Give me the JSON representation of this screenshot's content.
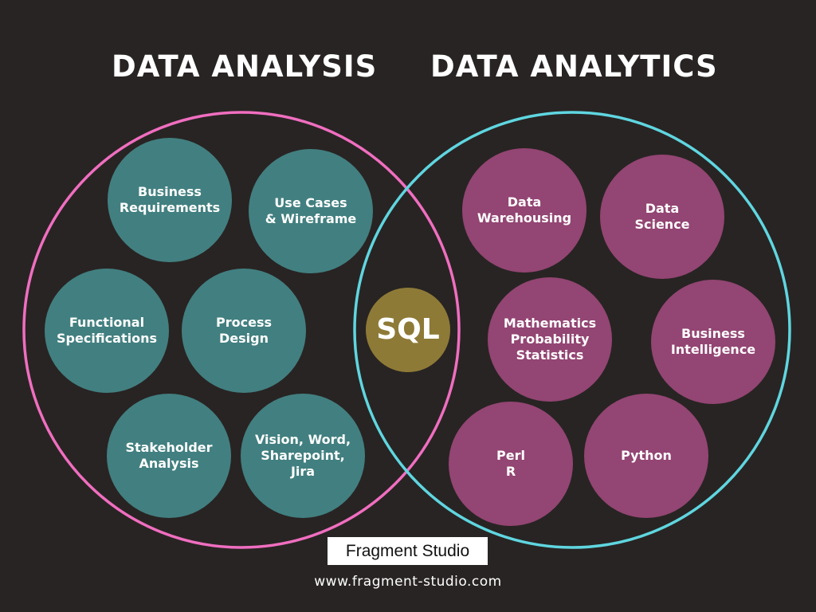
{
  "titles": {
    "left": "DATA ANALYSIS",
    "right": "DATA ANALYTICS"
  },
  "colors": {
    "background": "#282423",
    "left_ring": "#f06ec0",
    "right_ring": "#5fd6e0",
    "teal_bubble": "#427f80",
    "plum_bubble": "#934573",
    "sql_bubble": "#8e7a37"
  },
  "analysis_items": [
    "Business\nRequirements",
    "Use Cases\n& Wireframe",
    "Functional\nSpecifications",
    "Process\nDesign",
    "Stakeholder\nAnalysis",
    "Vision, Word,\nSharepoint,\nJira"
  ],
  "shared_item": "SQL",
  "analytics_items": [
    "Data\nWarehousing",
    "Data\nScience",
    "Mathematics\nProbability\nStatistics",
    "Business\nIntelligence",
    "Perl\nR",
    "Python"
  ],
  "footer": {
    "brand": "Fragment Studio",
    "url": "www.fragment-studio.com"
  }
}
